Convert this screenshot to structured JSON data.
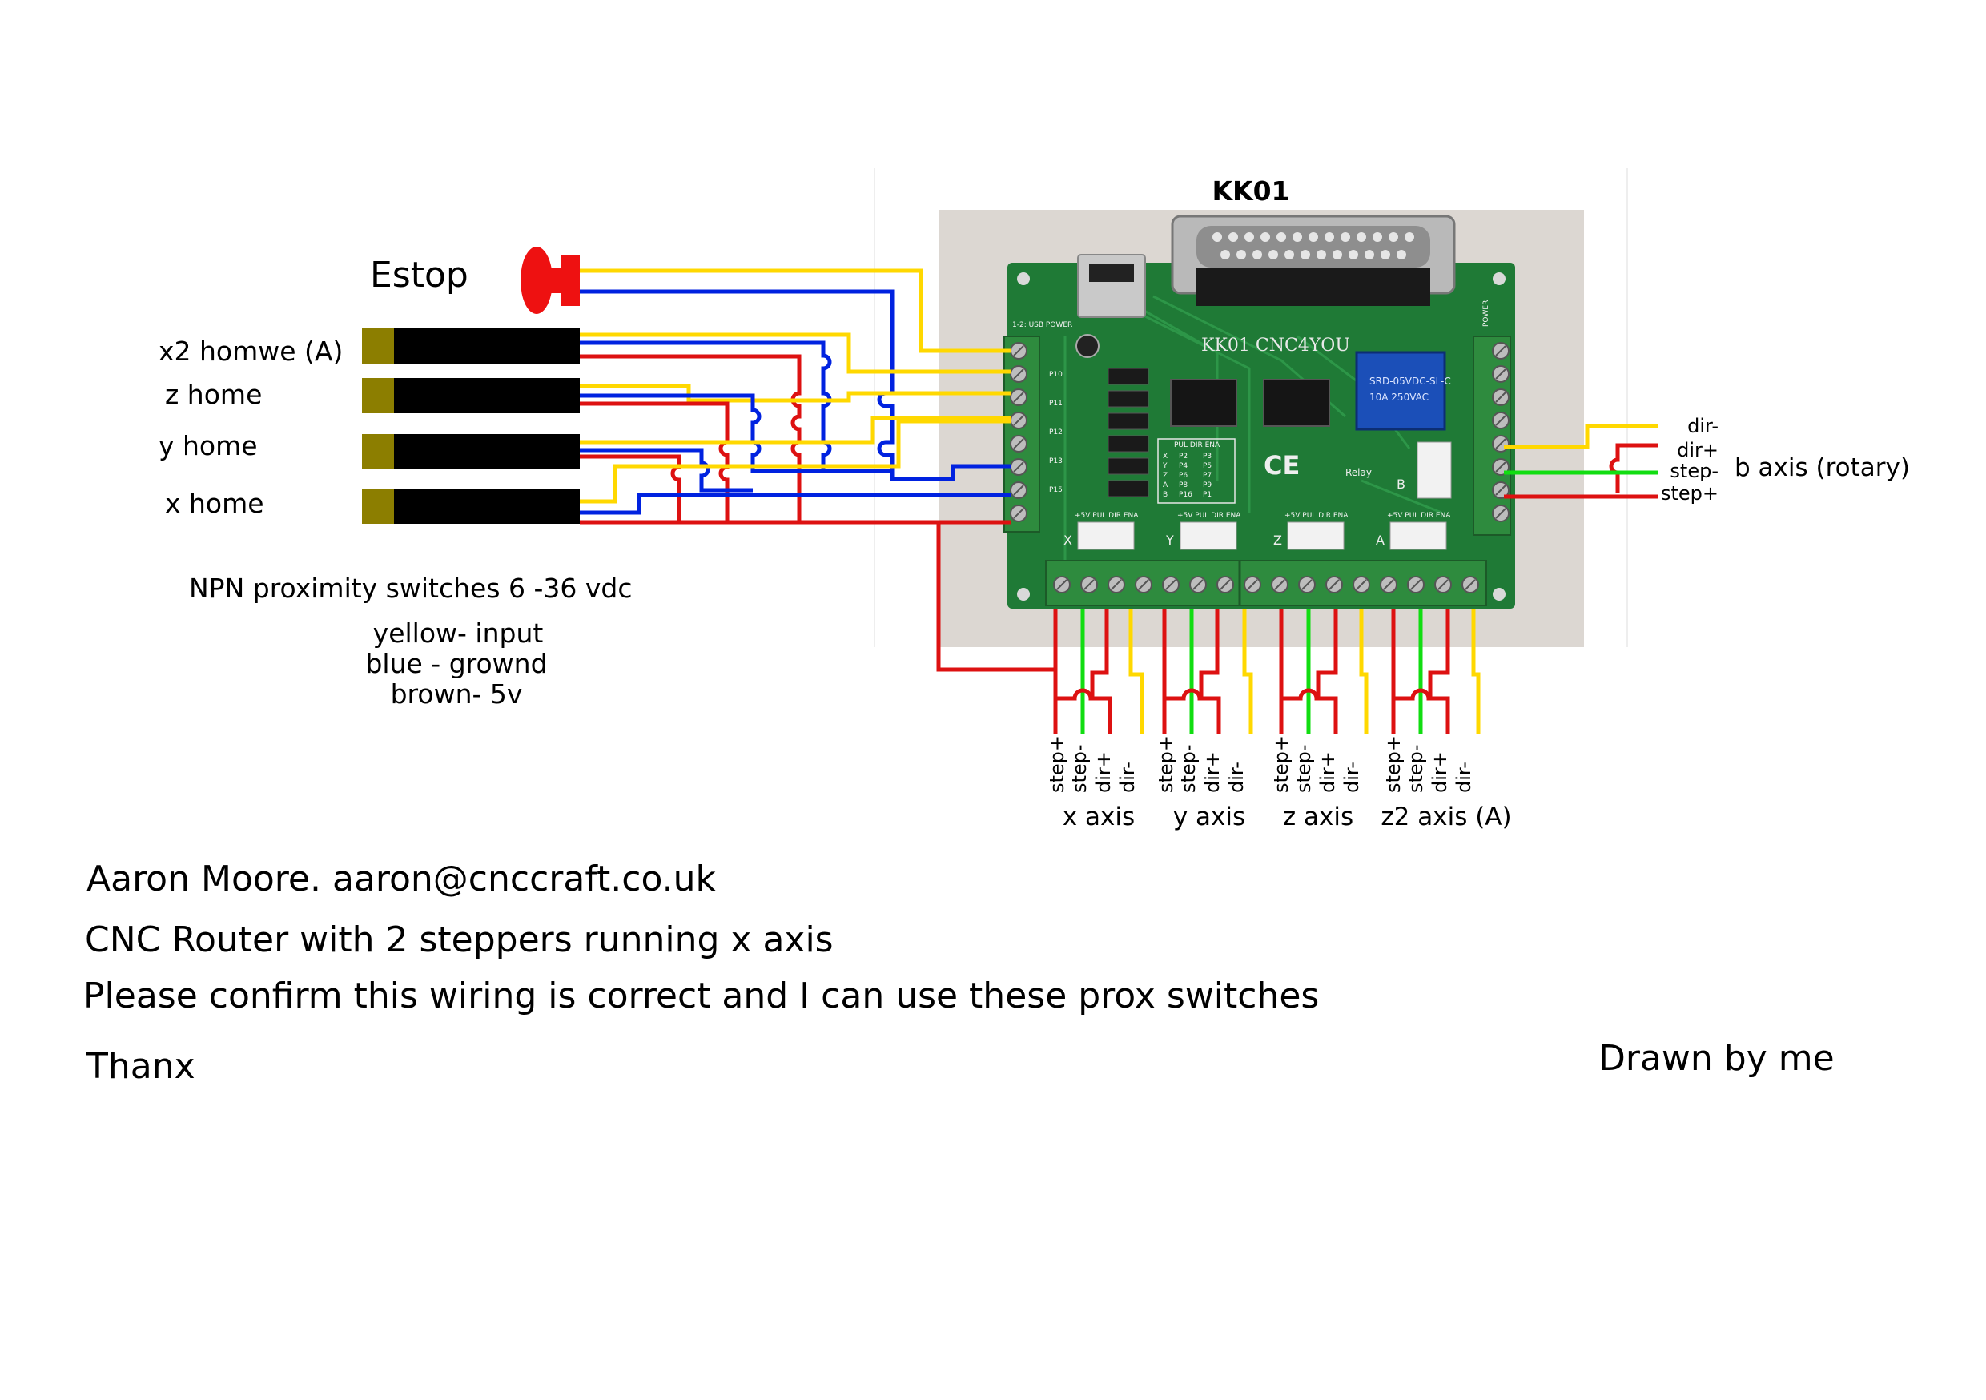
{
  "board": {
    "title": "KK01",
    "silk_model": "KK01  CNC4YOU",
    "relay_label": "Relay",
    "usb_label": "1-2: USB POWER",
    "power_label": "POWER",
    "axis_letters": [
      "X",
      "Y",
      "Z",
      "A",
      "B"
    ],
    "header_label": "+5V PUL DIR ENA",
    "table_header": "PUL DIR ENA",
    "table_rows": [
      {
        "axis": "X",
        "pul": "P2",
        "dir": "P3"
      },
      {
        "axis": "Y",
        "pul": "P4",
        "dir": "P5"
      },
      {
        "axis": "Z",
        "pul": "P6",
        "dir": "P7"
      },
      {
        "axis": "A",
        "pul": "P8",
        "dir": "P9"
      },
      {
        "axis": "B",
        "pul": "P16",
        "dir": "P1"
      }
    ],
    "input_pins": [
      "P10",
      "P11",
      "P12",
      "P13",
      "P15"
    ]
  },
  "estop": {
    "label": "Estop"
  },
  "switches": [
    {
      "label": "x2 homwe (A)"
    },
    {
      "label": "z home"
    },
    {
      "label": "y home"
    },
    {
      "label": "x home"
    }
  ],
  "notes": {
    "npn": "NPN proximity switches 6 -36 vdc",
    "yellow": "yellow- input",
    "blue": "blue - grownd",
    "brown": "brown- 5v"
  },
  "b_axis": {
    "title": "b axis (rotary)",
    "pins": [
      "dir-",
      "dir+",
      "step-",
      "step+"
    ]
  },
  "axes": [
    {
      "name": "x axis",
      "pins": [
        "step+",
        "step-",
        "dir+",
        "dir-"
      ]
    },
    {
      "name": "y axis",
      "pins": [
        "step+",
        "step-",
        "dir+",
        "dir-"
      ]
    },
    {
      "name": "z axis",
      "pins": [
        "step+",
        "step-",
        "dir+",
        "dir-"
      ]
    },
    {
      "name": "z2 axis (A)",
      "pins": [
        "step+",
        "step-",
        "dir+",
        "dir-"
      ]
    }
  ],
  "footer": {
    "author": "Aaron Moore. aaron@cnccraft.co.uk",
    "line2": "CNC Router with 2 steppers running x axis",
    "line3": "Please confirm this wiring is correct and I can use these prox switches",
    "thanks": "Thanx",
    "credit": "Drawn by me"
  },
  "colors": {
    "yellow_wire": "#ffd800",
    "blue_wire": "#0022e0",
    "red_wire": "#dd1111",
    "green_wire": "#11dd11",
    "pcb_green": "#1f7a36",
    "terminal_green": "#2e8b3e",
    "estop_red": "#ee1111",
    "switch_tip": "#8c7e00"
  }
}
